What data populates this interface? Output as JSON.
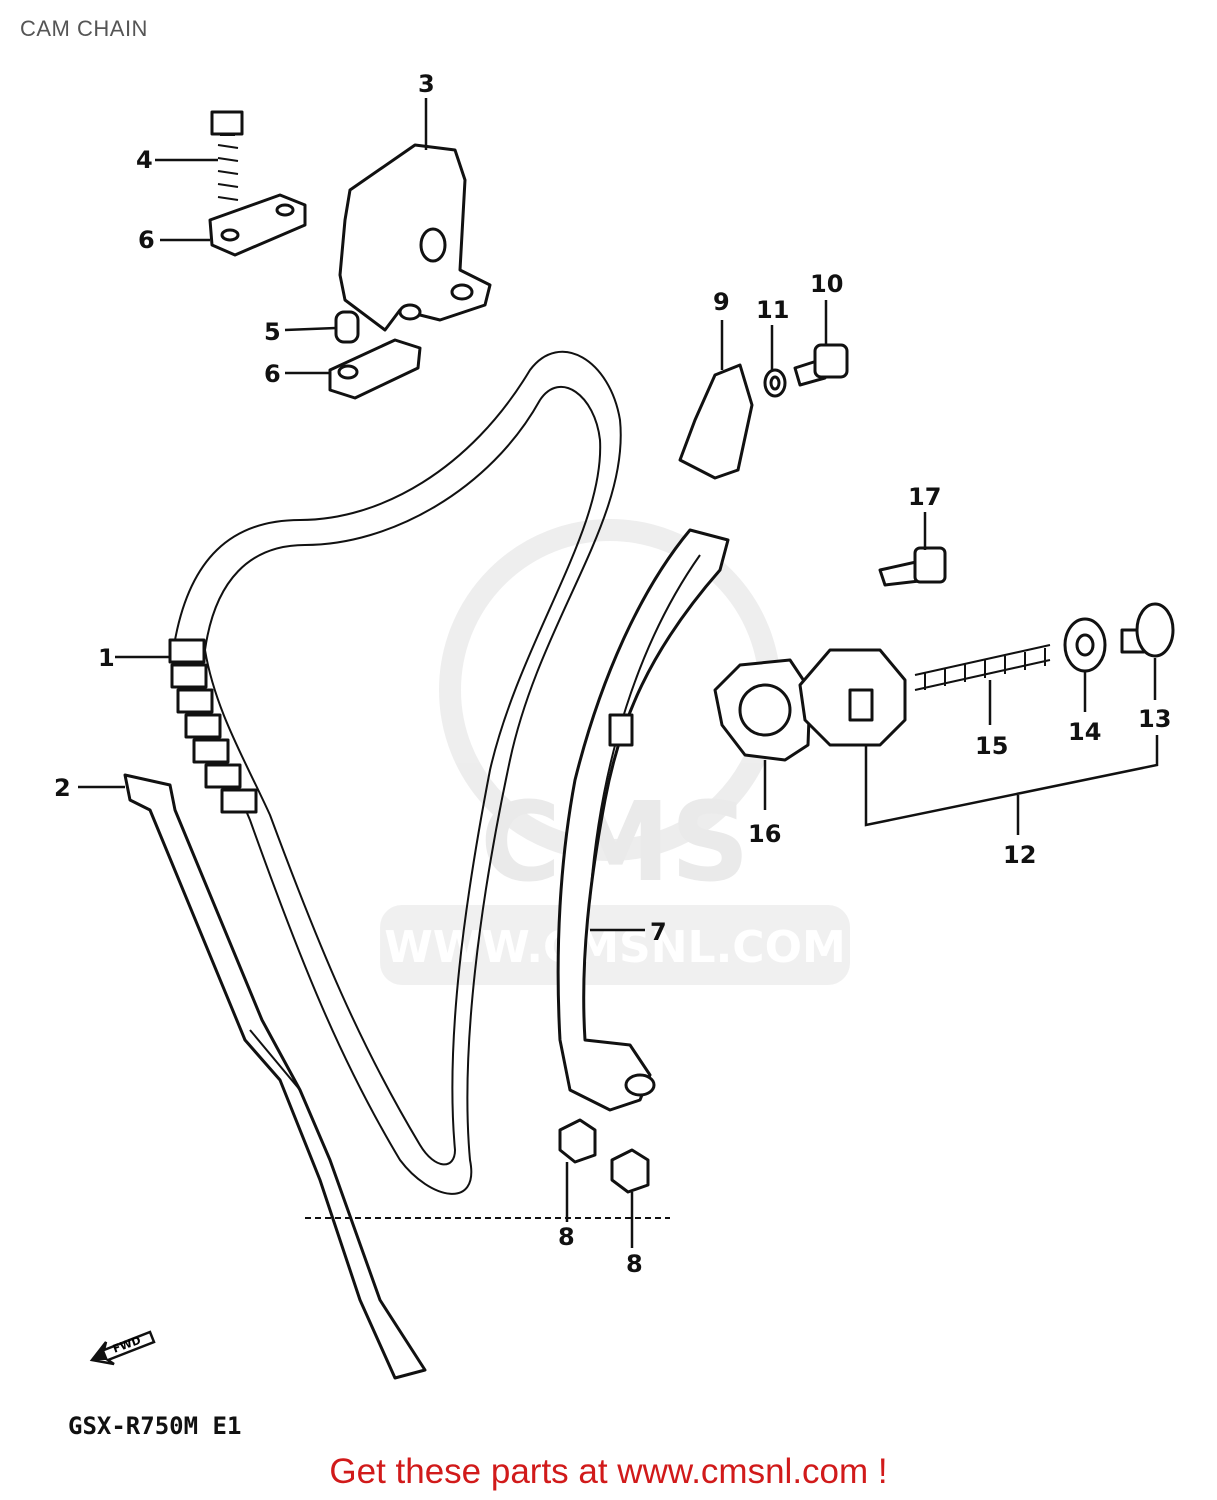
{
  "header": {
    "title": "CAM CHAIN"
  },
  "watermark": {
    "text": "WWW.CMSNL.COM",
    "logo_text": "CMS"
  },
  "parts": [
    {
      "ref": "1",
      "label": "1"
    },
    {
      "ref": "2",
      "label": "2"
    },
    {
      "ref": "3",
      "label": "3"
    },
    {
      "ref": "4",
      "label": "4"
    },
    {
      "ref": "5",
      "label": "5"
    },
    {
      "ref": "6a",
      "label": "6"
    },
    {
      "ref": "6b",
      "label": "6"
    },
    {
      "ref": "7",
      "label": "7"
    },
    {
      "ref": "8a",
      "label": "8"
    },
    {
      "ref": "8b",
      "label": "8"
    },
    {
      "ref": "9",
      "label": "9"
    },
    {
      "ref": "10",
      "label": "10"
    },
    {
      "ref": "11",
      "label": "11"
    },
    {
      "ref": "12",
      "label": "12"
    },
    {
      "ref": "13",
      "label": "13"
    },
    {
      "ref": "14",
      "label": "14"
    },
    {
      "ref": "15",
      "label": "15"
    },
    {
      "ref": "16",
      "label": "16"
    },
    {
      "ref": "17",
      "label": "17"
    }
  ],
  "direction_marker": {
    "label": "FWD"
  },
  "footer": {
    "model_code": "GSX-R750M E1",
    "promo_text": "Get these parts at www.cmsnl.com !"
  },
  "colors": {
    "promo": "#d11a1a",
    "ink": "#111111",
    "watermark": "#e6e6e6"
  }
}
